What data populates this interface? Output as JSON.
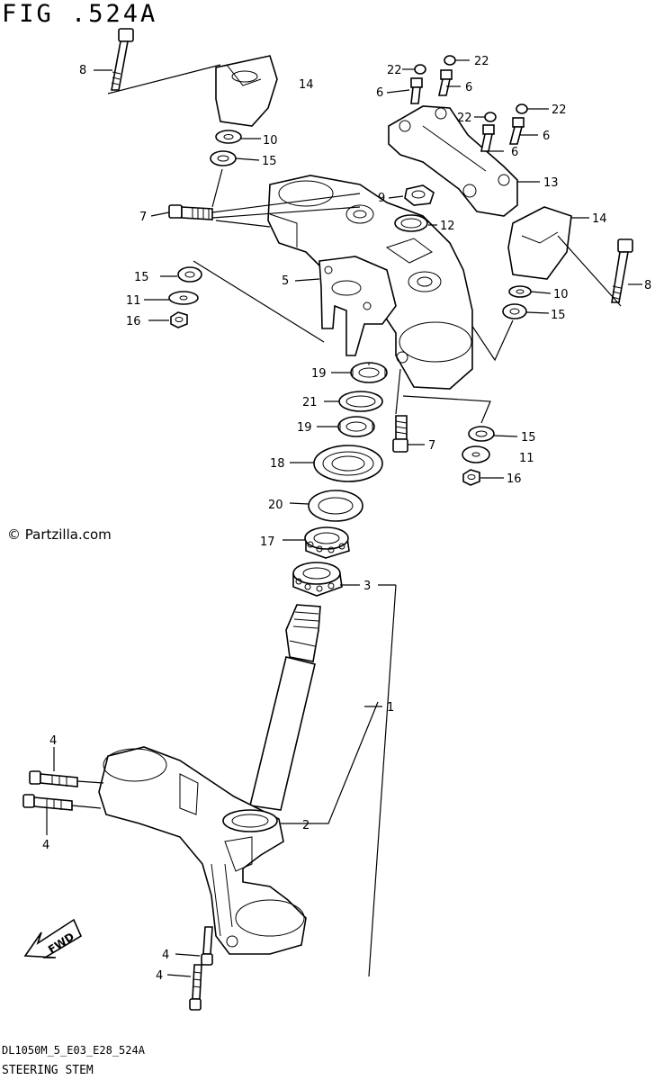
{
  "figure": {
    "title": "FIG .524A",
    "watermark": "© Partzilla.com",
    "footer_code": "DL1050M_5_E03_E28_524A",
    "footer_name": "STEERING STEM"
  },
  "callouts": {
    "p1": "1",
    "p2": "2",
    "p3": "3",
    "p4a": "4",
    "p4b": "4",
    "p4c": "4",
    "p4d": "4",
    "p5": "5",
    "p6a": "6",
    "p6b": "6",
    "p6c": "6",
    "p6d": "6",
    "p7a": "7",
    "p7b": "7",
    "p8a": "8",
    "p8b": "8",
    "p9": "9",
    "p10a": "10",
    "p10b": "10",
    "p11a": "11",
    "p11b": "11",
    "p12": "12",
    "p13": "13",
    "p14a": "14",
    "p14b": "14",
    "p15a": "15",
    "p15b": "15",
    "p15c": "15",
    "p15d": "15",
    "p16a": "16",
    "p16b": "16",
    "p17": "17",
    "p18": "18",
    "p19a": "19",
    "p19b": "19",
    "p20": "20",
    "p21": "21",
    "p22a": "22",
    "p22b": "22",
    "p22c": "22",
    "p22d": "22"
  },
  "fwd_label": "FWD",
  "icons": {
    "fwd_arrow": "fwd-arrow-icon"
  }
}
